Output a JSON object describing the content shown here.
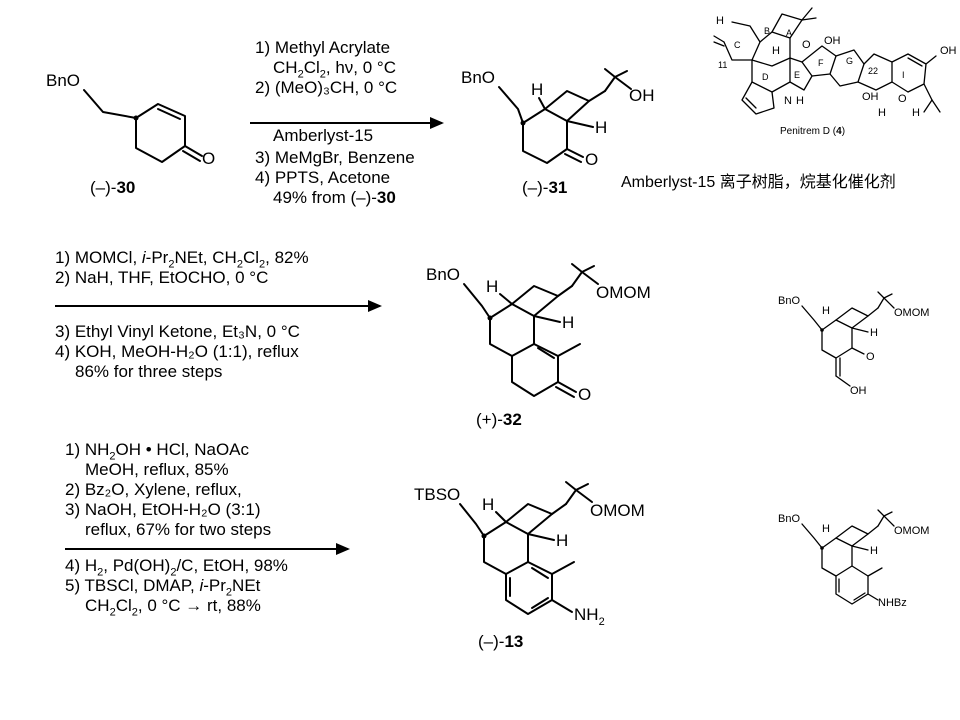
{
  "compounds": {
    "c30": {
      "label_prefix": "(–)-",
      "label_num": "30",
      "sub": "BnO",
      "atom_o": "O"
    },
    "c31": {
      "label_prefix": "(–)-",
      "label_num": "31",
      "sub": "BnO",
      "h1": "H",
      "h2": "H",
      "oh": "OH",
      "atom_o": "O"
    },
    "c32": {
      "label_prefix": "(+)-",
      "label_num": "32",
      "sub": "BnO",
      "h1": "H",
      "h2": "H",
      "omom": "OMOM",
      "atom_o": "O"
    },
    "c13": {
      "label_prefix": "(–)-",
      "label_num": "13",
      "sub": "TBSO",
      "h1": "H",
      "h2": "H",
      "omom": "OMOM",
      "nh2": "NH",
      "nh2_sub": "2"
    },
    "side1": {
      "sub": "BnO",
      "h1": "H",
      "h2": "H",
      "omom": "OMOM",
      "o": "O",
      "oh": "OH"
    },
    "side2": {
      "sub": "BnO",
      "h1": "H",
      "h2": "H",
      "omom": "OMOM",
      "nhbz": "NHBz"
    },
    "penitrem": {
      "name": "Penitrem D (",
      "name_num": "4",
      "name_end": ")",
      "rings": [
        "A",
        "B",
        "C",
        "D",
        "E",
        "F",
        "G",
        "I"
      ],
      "h": "H",
      "n": "N",
      "nh": "H",
      "oh1": "OH",
      "oh2": "OH",
      "o1": "O",
      "o2": "O",
      "num11": "11",
      "num22": "22"
    }
  },
  "steps1": {
    "l1": "1) Methyl Acrylate",
    "l2a": "CH",
    "l2b": "2",
    "l2c": "Cl",
    "l2d": "2",
    "l2e": ", hν, 0 °C",
    "l3": "2) (MeO)₃CH, 0 °C",
    "l4": "Amberlyst-15",
    "l5": "3) MeMgBr, Benzene",
    "l6": "4) PPTS, Acetone",
    "l7a": "49% from (–)-",
    "l7b": "30"
  },
  "steps2": {
    "l1a": "1) MOMCl, ",
    "l1b": "i",
    "l1c": "-Pr",
    "l1d": "2",
    "l1e": "NEt, CH",
    "l1f": "2",
    "l1g": "Cl",
    "l1h": "2",
    "l1i": ", 82%",
    "l2": "2) NaH, THF, EtOCHO, 0 °C",
    "l3": "3) Ethyl Vinyl Ketone, Et₃N, 0 °C",
    "l4": "4) KOH, MeOH-H₂O (1:1), reflux",
    "l5": "86% for three steps"
  },
  "steps3": {
    "l1a": "1) NH",
    "l1b": "2",
    "l1c": "OH • HCl, NaOAc",
    "l2": "MeOH, reflux, 85%",
    "l3": "2) Bz₂O, Xylene, reflux,",
    "l4": "3) NaOH, EtOH-H₂O (3:1)",
    "l5": "reflux, 67% for two steps",
    "l6a": "4) H",
    "l6b": "2",
    "l6c": ", Pd(OH)",
    "l6d": "2",
    "l6e": "/C, EtOH, 98%",
    "l7a": "5) TBSCl, DMAP, ",
    "l7b": "i",
    "l7c": "-Pr",
    "l7d": "2",
    "l7e": "NEt",
    "l8a": "CH",
    "l8b": "2",
    "l8c": "Cl",
    "l8d": "2",
    "l8e": ", 0 °C → rt, 88%"
  },
  "note": "Amberlyst-15 离子树脂，烷基化催化剂"
}
